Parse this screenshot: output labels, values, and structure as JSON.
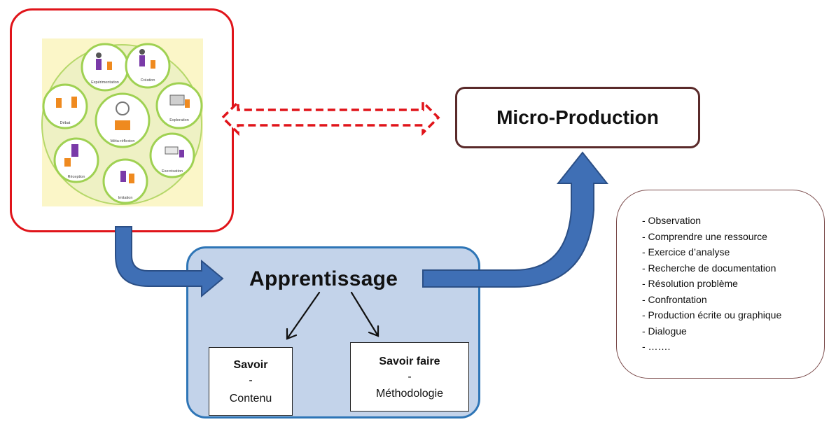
{
  "cycle_labels": [
    "Expérimentation",
    "Création",
    "Exploration",
    "Exercisation",
    "Imitation",
    "Réception",
    "Débat",
    "Méta-réflexion"
  ],
  "apprentissage": {
    "title": "Apprentissage"
  },
  "savoir": {
    "title": "Savoir",
    "dash": "-",
    "subtitle": "Contenu"
  },
  "savoir_faire": {
    "title": "Savoir faire",
    "dash": "-",
    "subtitle": "Méthodologie"
  },
  "micro_production": {
    "title": "Micro-Production"
  },
  "activities": [
    "- Observation",
    "- Comprendre une ressource",
    "- Exercice d’analyse",
    "- Recherche de documentation",
    "- Résolution problème",
    "- Confrontation",
    "- Production écrite ou graphique",
    "- Dialogue",
    "- ……."
  ],
  "colors": {
    "red": "#e0141a",
    "blue": "#3f6fb5",
    "panel": "#c3d3ea",
    "wheel_ring": "#9fd152",
    "wheel_fill": "#eef1c4",
    "orange": "#ef8a1f",
    "purple": "#7a3aa8"
  }
}
